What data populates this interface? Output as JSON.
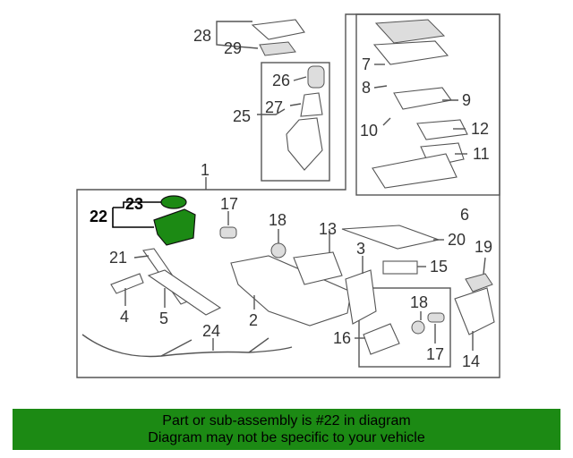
{
  "callouts": {
    "c1": "1",
    "c2": "2",
    "c3": "3",
    "c4": "4",
    "c5": "5",
    "c6": "6",
    "c7": "7",
    "c8": "8",
    "c9": "9",
    "c10": "10",
    "c11": "11",
    "c12": "12",
    "c13": "13",
    "c14": "14",
    "c15": "15",
    "c16": "16",
    "c17a": "17",
    "c17b": "17",
    "c18a": "18",
    "c18b": "18",
    "c19": "19",
    "c20": "20",
    "c21": "21",
    "c22": "22",
    "c23": "23",
    "c24": "24",
    "c25": "25",
    "c26": "26",
    "c27": "27",
    "c28": "28",
    "c29": "29"
  },
  "highlight_color": "#1c8a14",
  "banner": {
    "line1": "Part or sub-assembly is #22 in diagram",
    "line2": "Diagram may not be specific to your vehicle"
  }
}
